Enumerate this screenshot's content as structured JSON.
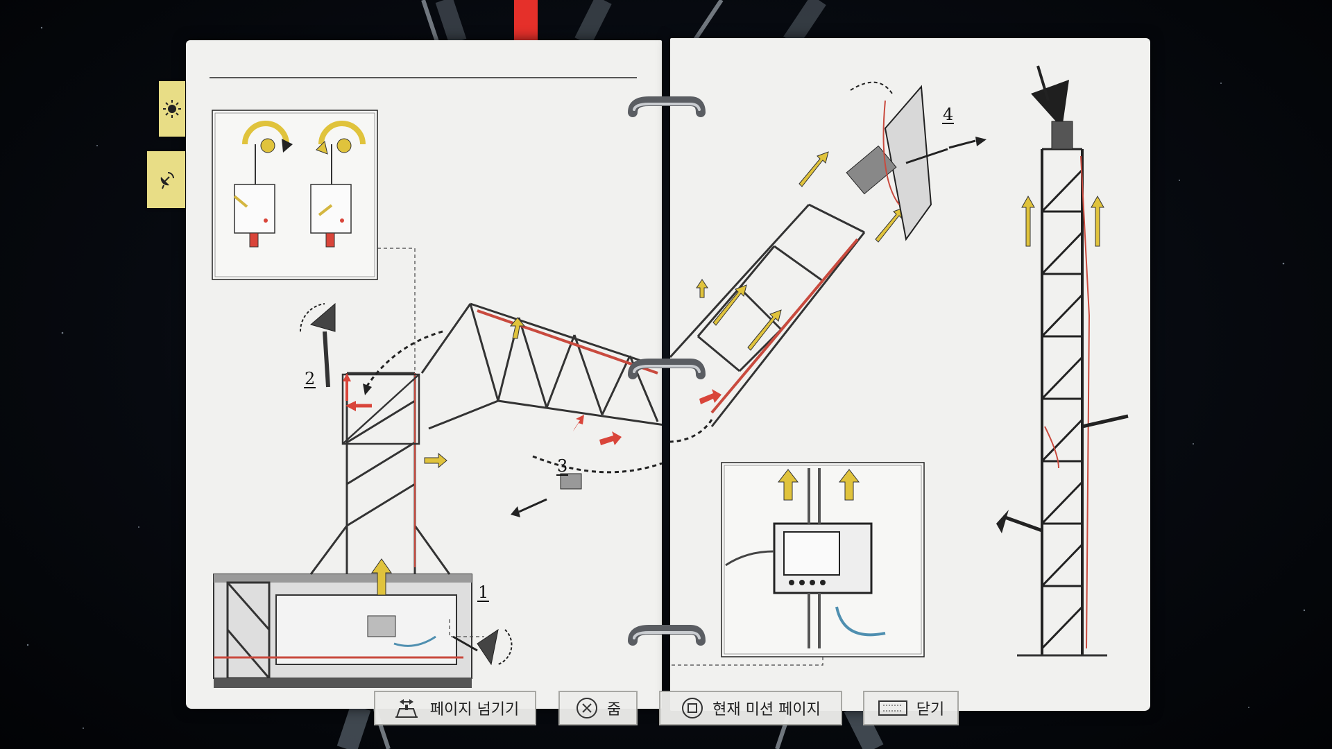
{
  "manual": {
    "step_labels": [
      "1",
      "2",
      "3",
      "4"
    ]
  },
  "tabs": [
    {
      "icon": "sun-icon"
    },
    {
      "icon": "satellite-dish-icon"
    }
  ],
  "controls": [
    {
      "icon": "touchpad-swipe-icon",
      "label": "페이지 넘기기"
    },
    {
      "icon": "cross-button-icon",
      "label": "줌"
    },
    {
      "icon": "square-button-icon",
      "label": "현재 미션 페이지"
    },
    {
      "icon": "touchpad-icon",
      "label": "닫기"
    }
  ],
  "colors": {
    "paper": "#f1f1ef",
    "tab_yellow": "#e8dd86",
    "arrow_yellow": "#e0c33c",
    "arrow_red": "#d9453a",
    "cable_red": "#c94a3e",
    "cable_blue": "#4f8fb0",
    "bookmark_red": "#e5302a"
  }
}
